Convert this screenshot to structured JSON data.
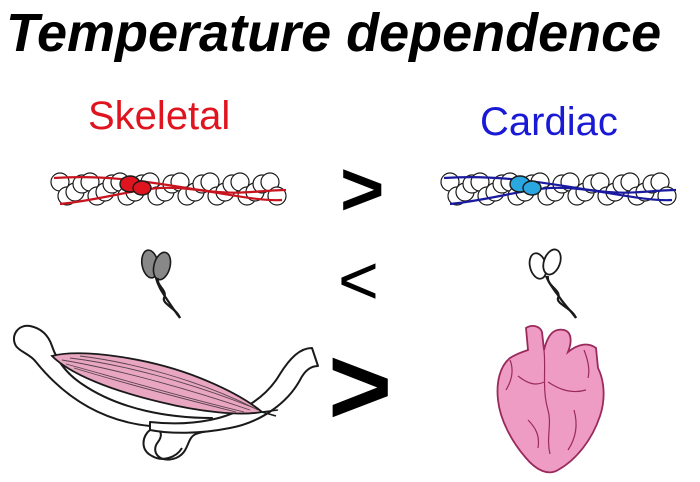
{
  "title": "Temperature dependence",
  "columns": {
    "left": {
      "label": "Skeletal",
      "color": "#e0141e",
      "filament_highlight": "#e0141e"
    },
    "right": {
      "label": "Cardiac",
      "color": "#1a1ad6",
      "filament_highlight": "#2aa6e0"
    }
  },
  "comparisons": [
    {
      "row": "thin-filament",
      "symbol": ">"
    },
    {
      "row": "myosin",
      "symbol": "<"
    },
    {
      "row": "muscle-organ",
      "symbol": ">"
    }
  ],
  "colors": {
    "muscle_pink": "#e9a6c0",
    "heart_pink": "#ef9cc4",
    "outline": "#1a1a1a",
    "myosin_gray": "#888888"
  }
}
